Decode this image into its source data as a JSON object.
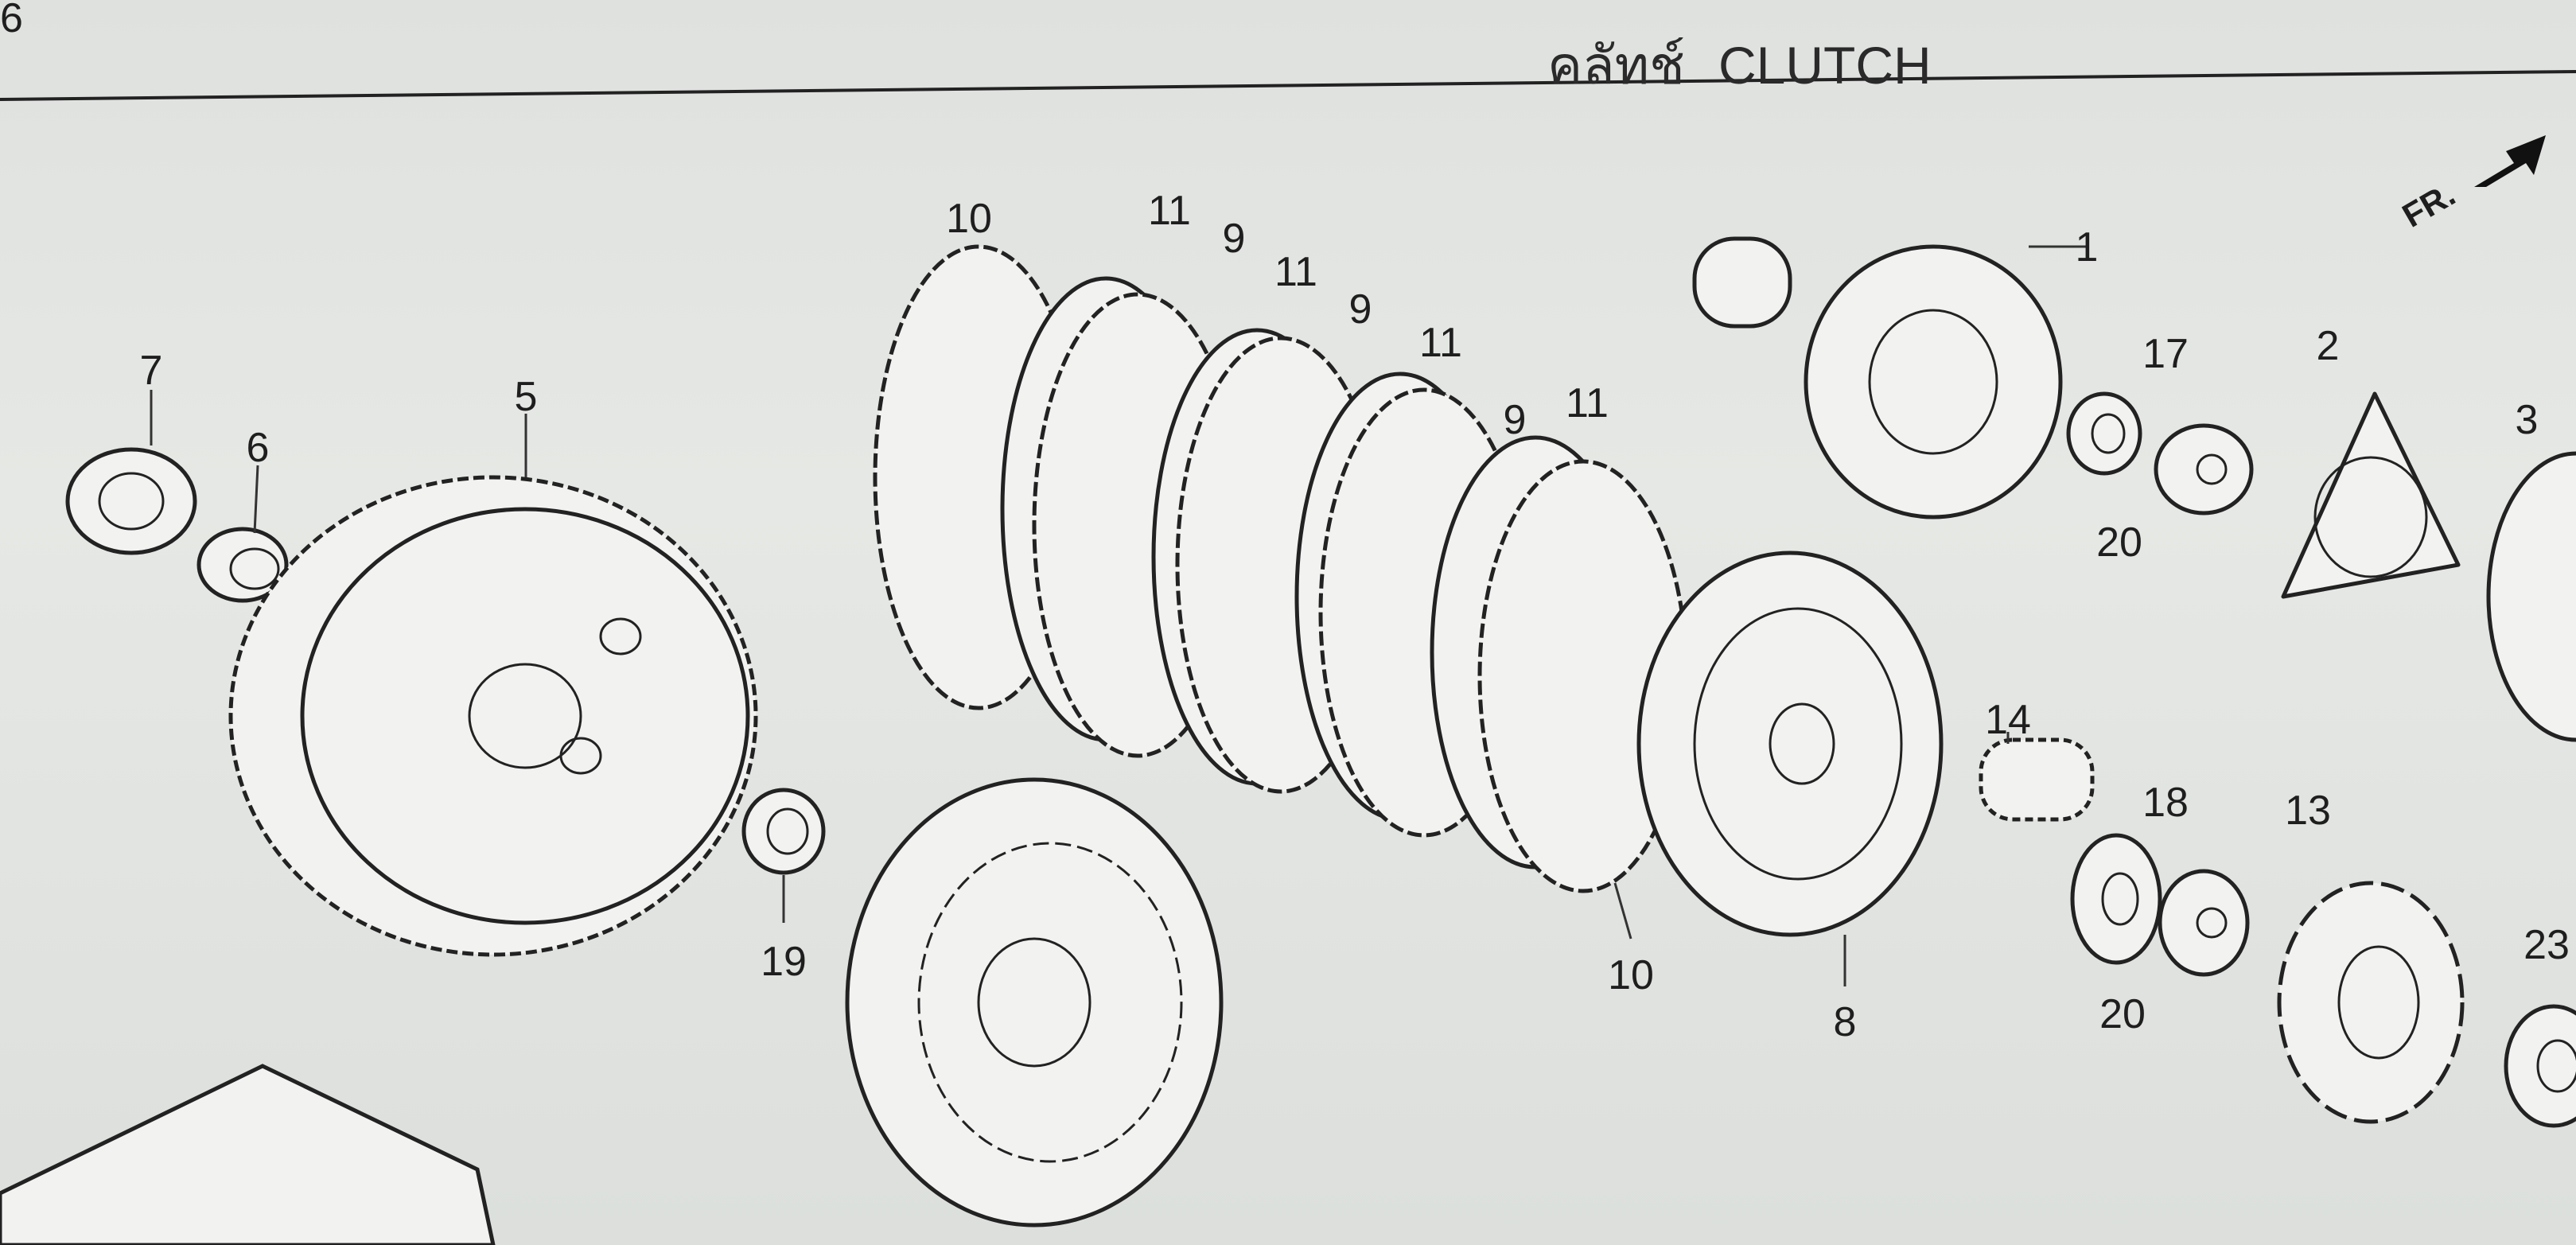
{
  "header": {
    "title_thai": "คลัทช์",
    "title_en": "CLUTCH",
    "page_mark": "6"
  },
  "direction": {
    "label": "FR.",
    "icon": "arrow-up-right-icon"
  },
  "callouts": [
    {
      "id": "10a",
      "text": "10"
    },
    {
      "id": "11a",
      "text": "11"
    },
    {
      "id": "9a",
      "text": "9"
    },
    {
      "id": "11b",
      "text": "11"
    },
    {
      "id": "9b",
      "text": "9"
    },
    {
      "id": "11c",
      "text": "11"
    },
    {
      "id": "9c",
      "text": "9"
    },
    {
      "id": "11d",
      "text": "11"
    },
    {
      "id": "1",
      "text": "1"
    },
    {
      "id": "17",
      "text": "17"
    },
    {
      "id": "2",
      "text": "2"
    },
    {
      "id": "3",
      "text": "3"
    },
    {
      "id": "7",
      "text": "7"
    },
    {
      "id": "6",
      "text": "6"
    },
    {
      "id": "5",
      "text": "5"
    },
    {
      "id": "20a",
      "text": "20"
    },
    {
      "id": "14",
      "text": "14"
    },
    {
      "id": "18",
      "text": "18"
    },
    {
      "id": "13",
      "text": "13"
    },
    {
      "id": "23",
      "text": "23"
    },
    {
      "id": "19",
      "text": "19"
    },
    {
      "id": "10b",
      "text": "10"
    },
    {
      "id": "8",
      "text": "8"
    },
    {
      "id": "20b",
      "text": "20"
    }
  ]
}
